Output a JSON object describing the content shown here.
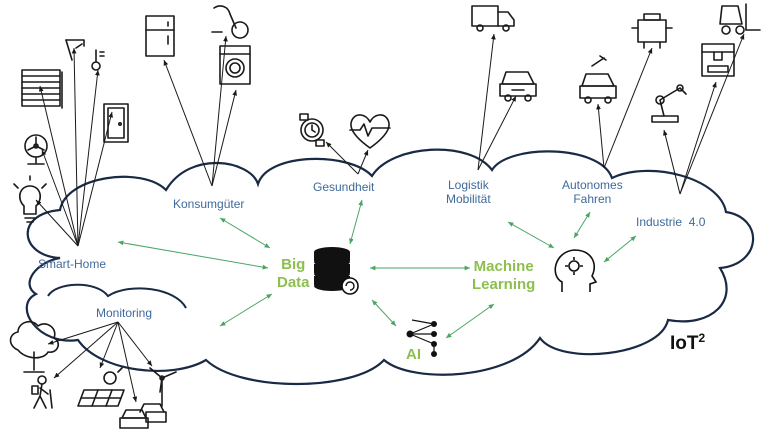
{
  "labels": {
    "smart_home": "Smart-Home",
    "konsumgueter": "Konsumgüter",
    "gesundheit": "Gesundheit",
    "logistik_line1": "Logistik",
    "logistik_line2": "Mobilität",
    "autonomes_line1": "Autonomes",
    "autonomes_line2": "Fahren",
    "industrie": "Industrie  4.0",
    "monitoring": "Monitoring",
    "big_line1": "Big",
    "big_line2": "Data",
    "ml_line1": "Machine",
    "ml_line2": "Learning",
    "ai": "AI",
    "iot_main": "IoT",
    "iot_sup": "2"
  },
  "colors": {
    "cloud_stroke": "#1a2a44",
    "blue_label": "#3e6a9c",
    "green_label": "#8dbf4f",
    "green_arrow": "#4aa564",
    "black_arrow": "#1a1a1a"
  },
  "icons": [
    "blinds-icon",
    "antenna-icon",
    "thermometer-icon",
    "fan-icon",
    "door-icon",
    "lightbulb-icon",
    "fridge-icon",
    "vacuum-icon",
    "washing-machine-icon",
    "watch-icon",
    "heart-rate-icon",
    "truck-icon",
    "car-icon",
    "car-service-icon",
    "engine-icon",
    "forklift-icon",
    "robot-arm-icon",
    "3d-printer-icon",
    "tree-icon",
    "hiker-icon",
    "solar-panel-icon",
    "wind-turbine-icon",
    "cars-icon",
    "database-icon",
    "brain-gear-icon",
    "neural-network-icon"
  ]
}
